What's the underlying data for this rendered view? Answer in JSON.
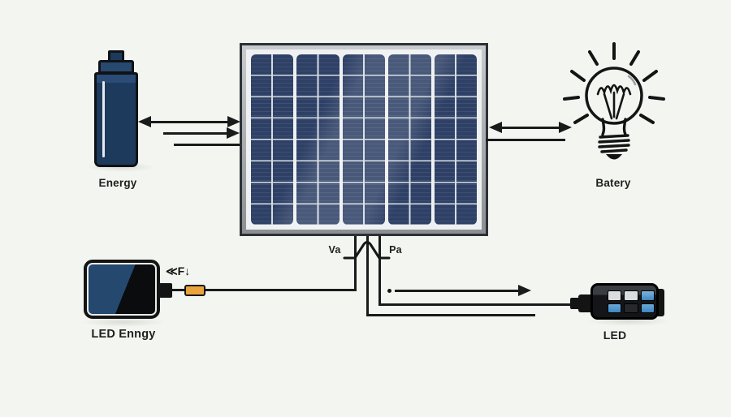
{
  "labels": {
    "battery": "Energy",
    "bulb": "Batery",
    "device": "LED Enngy",
    "led": "LED",
    "wire_left": "Va",
    "wire_right": "Pa",
    "annotation": "≪F↓"
  },
  "colors": {
    "background": "#f3f5f1",
    "line": "#1a1a1a",
    "panel_cell_blue": "#2e4066",
    "panel_frame_gray": "#a9adb0",
    "battery_navy": "#1d3a5c",
    "fuse_orange": "#e9a43e",
    "device_screen_blue": "#24486e",
    "port_blue": "#4a8fc7"
  },
  "icons": {
    "battery": "battery-icon",
    "solar_panel": "solar-panel-icon",
    "bulb": "lightbulb-icon",
    "device": "power-bank-icon",
    "led": "usb-led-module-icon",
    "fuse": "fuse-icon"
  }
}
